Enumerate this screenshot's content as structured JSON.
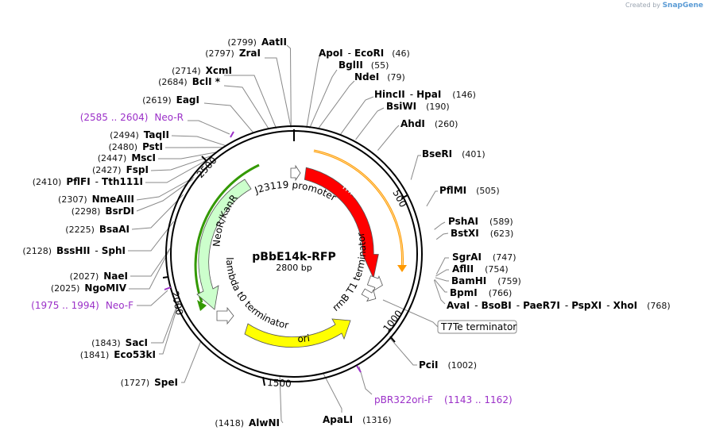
{
  "watermark": {
    "prefix": "Created by",
    "logo": "SnapGene"
  },
  "plasmid": {
    "name": "pBbE14k-RFP",
    "size_label": "2800 bp"
  },
  "ticks": [
    "500",
    "1000",
    "1500",
    "2000",
    "2500"
  ],
  "sites": [
    {
      "pos": "(2799)",
      "names": [
        "AatII"
      ]
    },
    {
      "pos": "(2797)",
      "names": [
        "ZraI"
      ]
    },
    {
      "pos": "(2714)",
      "names": [
        "XcmI"
      ]
    },
    {
      "pos": "(2684)",
      "names": [
        "BclI *"
      ]
    },
    {
      "pos": "(2619)",
      "names": [
        "EagI"
      ]
    },
    {
      "pos": "(2494)",
      "names": [
        "TaqII"
      ]
    },
    {
      "pos": "(2480)",
      "names": [
        "PstI"
      ]
    },
    {
      "pos": "(2447)",
      "names": [
        "MscI"
      ]
    },
    {
      "pos": "(2427)",
      "names": [
        "FspI"
      ]
    },
    {
      "pos": "(2410)",
      "names": [
        "PflFI",
        "Tth111I"
      ]
    },
    {
      "pos": "(2307)",
      "names": [
        "NmeAIII"
      ]
    },
    {
      "pos": "(2298)",
      "names": [
        "BsrDI"
      ]
    },
    {
      "pos": "(2225)",
      "names": [
        "BsaAI"
      ]
    },
    {
      "pos": "(2128)",
      "names": [
        "BssHII",
        "SphI"
      ]
    },
    {
      "pos": "(2027)",
      "names": [
        "NaeI"
      ]
    },
    {
      "pos": "(2025)",
      "names": [
        "NgoMIV"
      ]
    },
    {
      "pos": "(1843)",
      "names": [
        "SacI"
      ]
    },
    {
      "pos": "(1841)",
      "names": [
        "Eco53kI"
      ]
    },
    {
      "pos": "(1727)",
      "names": [
        "SpeI"
      ]
    },
    {
      "pos": "(1418)",
      "names": [
        "AlwNI"
      ]
    },
    {
      "pos": "(1316)",
      "names": [
        "ApaLI"
      ]
    },
    {
      "pos": "(46)",
      "names": [
        "ApoI",
        "EcoRI"
      ]
    },
    {
      "pos": "(55)",
      "names": [
        "BglII"
      ]
    },
    {
      "pos": "(79)",
      "names": [
        "NdeI"
      ]
    },
    {
      "pos": "(146)",
      "names": [
        "HincII",
        "HpaI"
      ]
    },
    {
      "pos": "(190)",
      "names": [
        "BsiWI"
      ]
    },
    {
      "pos": "(260)",
      "names": [
        "AhdI"
      ]
    },
    {
      "pos": "(401)",
      "names": [
        "BseRI"
      ]
    },
    {
      "pos": "(505)",
      "names": [
        "PflMI"
      ]
    },
    {
      "pos": "(589)",
      "names": [
        "PshAI"
      ]
    },
    {
      "pos": "(623)",
      "names": [
        "BstXI"
      ]
    },
    {
      "pos": "(747)",
      "names": [
        "SgrAI"
      ]
    },
    {
      "pos": "(754)",
      "names": [
        "AflII"
      ]
    },
    {
      "pos": "(759)",
      "names": [
        "BamHI"
      ]
    },
    {
      "pos": "(766)",
      "names": [
        "BpmI"
      ]
    },
    {
      "pos": "(768)",
      "names": [
        "AvaI",
        "BsoBI",
        "PaeR7I",
        "PspXI",
        "XhoI"
      ]
    },
    {
      "pos": "(1002)",
      "names": [
        "PciI"
      ]
    }
  ],
  "primers": [
    {
      "range": "(2585 .. 2604)",
      "name": "Neo-R"
    },
    {
      "range": "(1975 .. 1994)",
      "name": "Neo-F"
    },
    {
      "range": "(1143 .. 1162)",
      "name": "pBR322ori-F"
    }
  ],
  "features": [
    {
      "name": "mRFP1",
      "color": "#ff0000"
    },
    {
      "name": "NeoR/KanR",
      "color": "#ccffcc"
    },
    {
      "name": "ori",
      "color": "#ffff00"
    },
    {
      "name": "J23119 promoter",
      "color": "#ffffff"
    },
    {
      "name": "rrnB T1 terminator",
      "color": "#ffffff"
    },
    {
      "name": "lambda t0 terminator",
      "color": "#ffffff"
    },
    {
      "name": "T7Te terminator",
      "color": "#ffffff"
    }
  ],
  "colors": {
    "backbone": "#000000",
    "primer": "#9b30c8",
    "orf_mrfp": "#ff9900",
    "orf_neo": "#339900"
  }
}
